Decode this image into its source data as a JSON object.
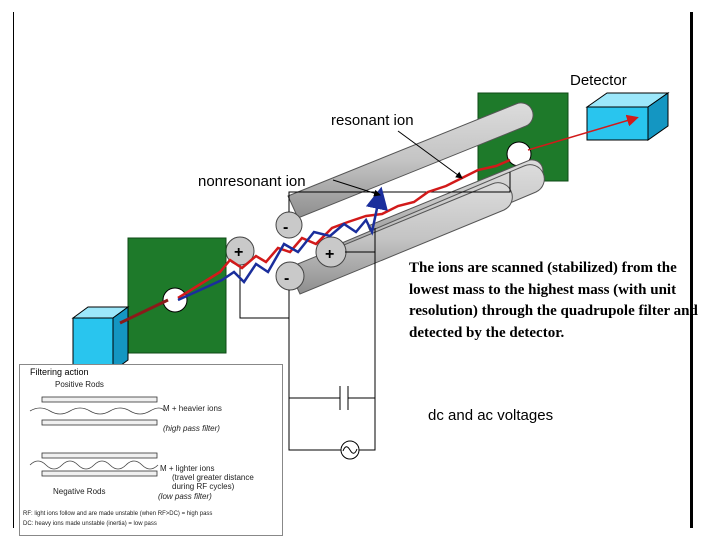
{
  "labels": {
    "detector": "Detector",
    "resonant_ion": "resonant ion",
    "nonresonant_ion": "nonresonant ion",
    "plus": "+",
    "minus": "-",
    "voltages": "dc and ac voltages"
  },
  "description": "The ions are scanned (stabilized) from the lowest mass to the highest mass (with unit resolution) through the quadrupole filter and detected by the detector.",
  "inset": {
    "title": "Filtering action",
    "positive_rods": "Positive Rods",
    "heavier": "M  + heavier ions",
    "high_pass": "(high pass filter)",
    "lighter": "M  + lighter ions",
    "travel": "(travel  greater  distance",
    "during": "during  RF cycles)",
    "low_pass": "(low pass filter)",
    "negative_rods": "Negative Rods",
    "note1": "RF: light ions follow and are made unstable (when RF>DC) = high pass",
    "note2": "DC: heavy ions made unstable (inertia) = low pass"
  },
  "colors": {
    "green_block": "#1e7a2a",
    "cyan_box": "#29c5ee",
    "rod_gray": "#c4c4c4",
    "red_path": "#d21a1a",
    "blue_path": "#1a2e9c"
  }
}
